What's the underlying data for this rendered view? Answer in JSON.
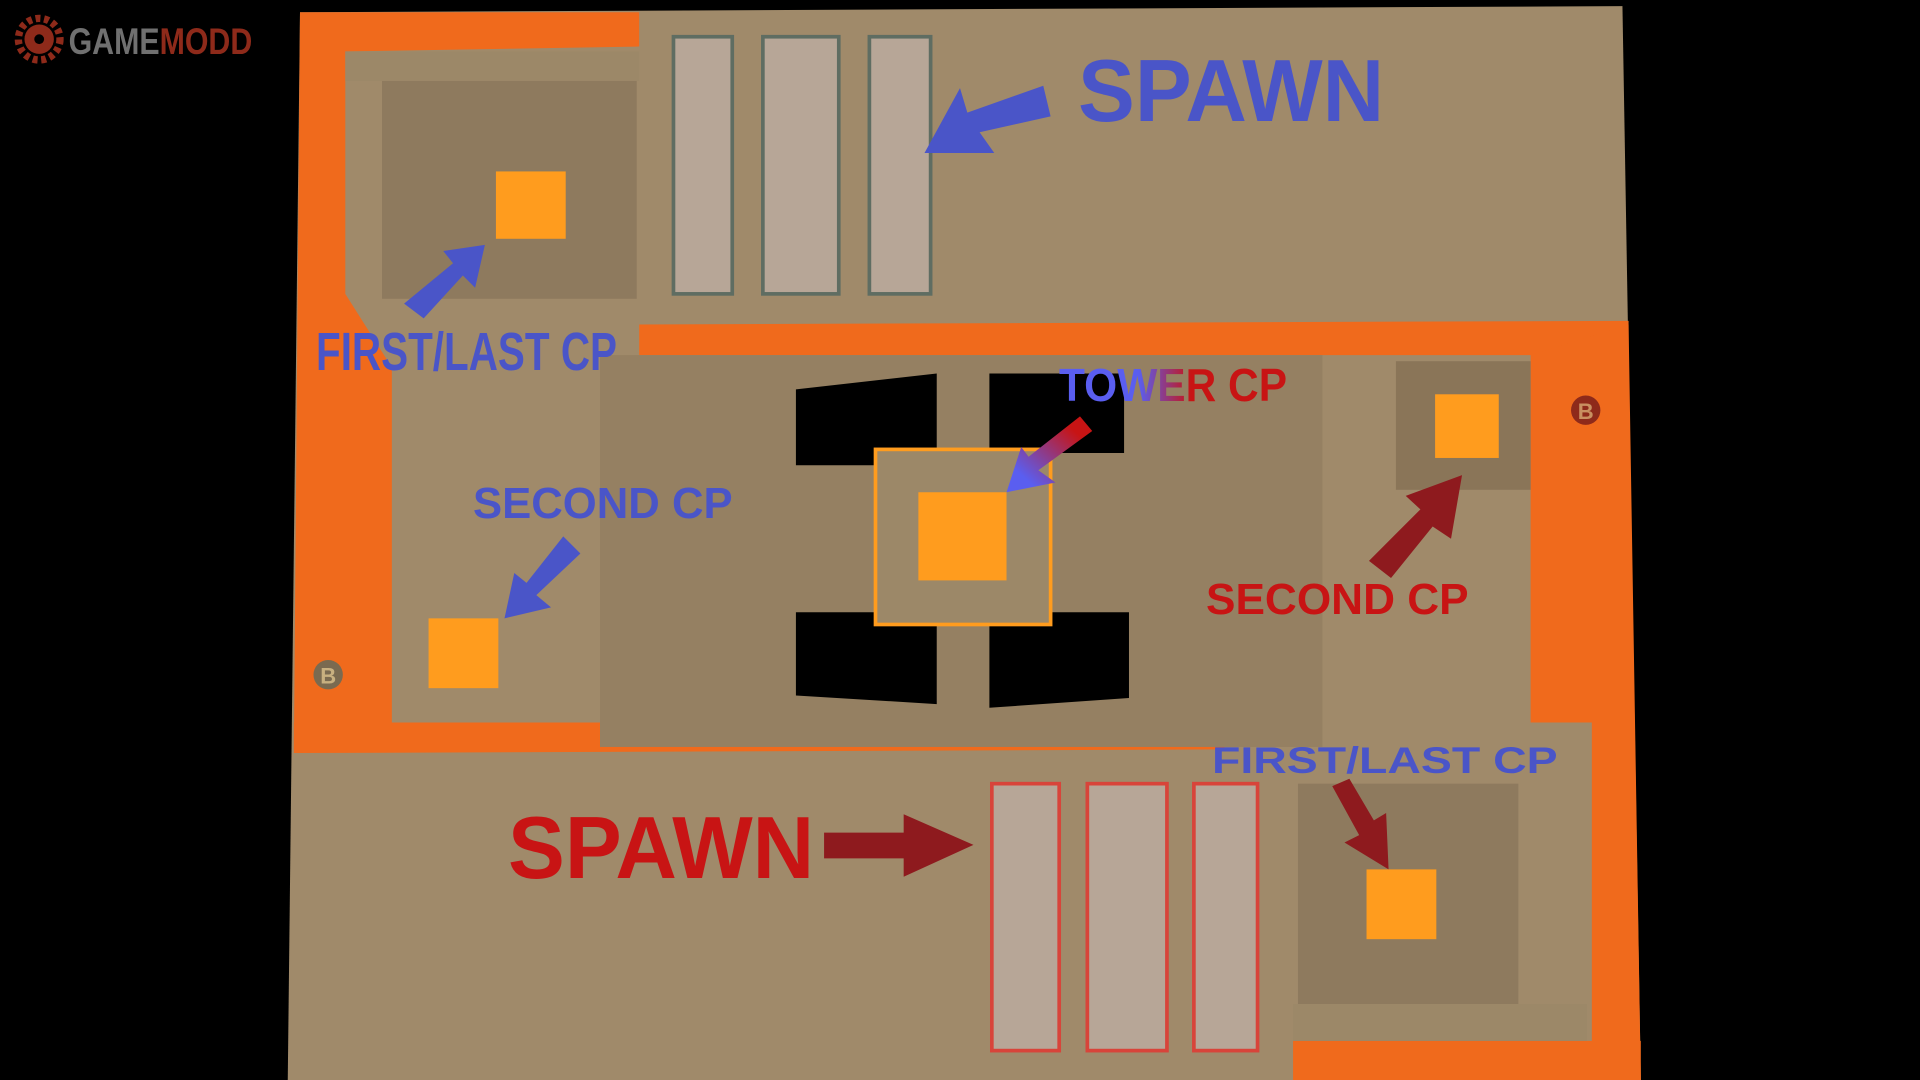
{
  "logo": {
    "part1": "GAME",
    "part2": "MODD"
  },
  "labels": {
    "blue_spawn": "SPAWN",
    "red_spawn": "SPAWN",
    "blue_first_last": "FIRST/LAST CP",
    "red_first_last": "FIRST/LAST CP",
    "blue_second": "SECOND CP",
    "red_second": "SECOND CP",
    "tower": "TOWER CP"
  },
  "markers": {
    "b_right": "B",
    "b_left": "B"
  },
  "colors": {
    "blue_team": "#4a55c8",
    "red_team": "#c81414",
    "arrow_red": "#8e1a1e",
    "control_point": "#ff9c1e",
    "wall": "#f06a1c",
    "floor": "#a08a6a"
  }
}
